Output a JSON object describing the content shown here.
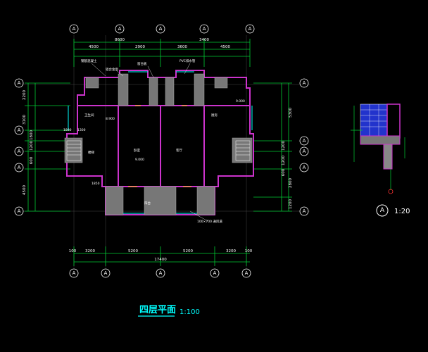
{
  "drawing": {
    "title": "四层平面",
    "scale": "1:100",
    "detail_scale": "1:20",
    "grid_bubble_letter": "A"
  },
  "dimensions": {
    "top_segments": [
      "4500",
      "2900",
      "3600",
      "4500"
    ],
    "top_segment_upper": [
      "8600",
      "3400"
    ],
    "bottom_segments": [
      "100",
      "3200",
      "5200",
      "5200",
      "3200",
      "100"
    ],
    "bottom_total": "17400",
    "left_segments": [
      "2200",
      "3100",
      "1800",
      "1200",
      "600",
      "4500"
    ],
    "right_segments": [
      "5300",
      "1200",
      "1200",
      "600",
      "2800",
      "1200"
    ],
    "inner": [
      "1300",
      "1800",
      "1850"
    ]
  },
  "notes": {
    "n1": "钢筋混凝土",
    "n2": "铝合金窗",
    "n3": "窗台板",
    "n4": "PVC排水管",
    "n5": "卫生间",
    "n6": "卧室",
    "n7": "客厅",
    "n8": "阳台",
    "n9": "9.000",
    "n10": "100×700 通风道",
    "n11": "楼梯",
    "n12": "厨房",
    "n13": "8.900",
    "n14": "9.000"
  },
  "colors": {
    "wall": "#cc33cc",
    "dimension": "#00cc33",
    "axis": "#ffffff",
    "title": "#00ffff",
    "window": "#00ffff",
    "fill": "#888888"
  }
}
